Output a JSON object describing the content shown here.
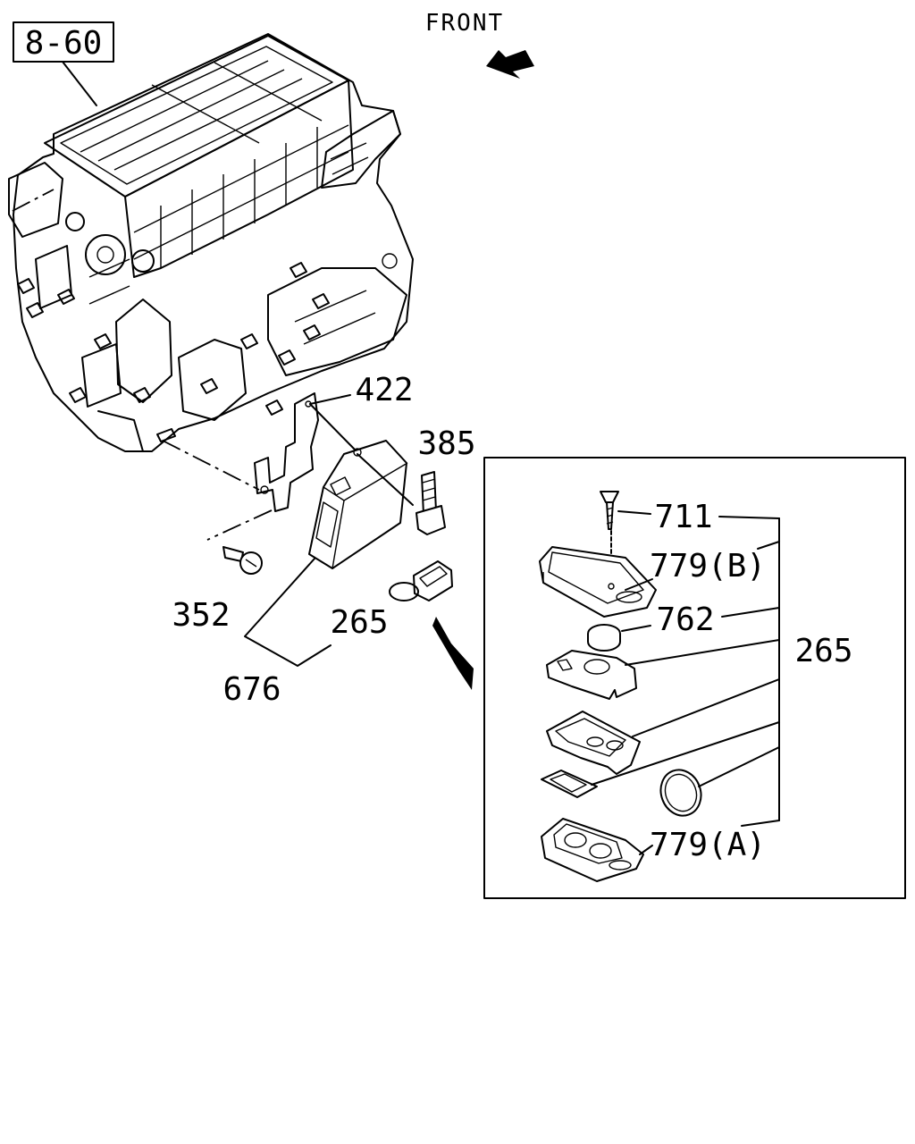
{
  "reference_box": "8-60",
  "front_label": "FRONT",
  "callouts": {
    "bracket": "422",
    "bolt": "385",
    "screw": "352",
    "key_remote": "265",
    "module": "676"
  },
  "detail_box": {
    "assembly_label": "265",
    "parts": {
      "screw": "711",
      "upper_case": "779(B)",
      "battery": "762",
      "lower_case": "779(A)"
    }
  }
}
